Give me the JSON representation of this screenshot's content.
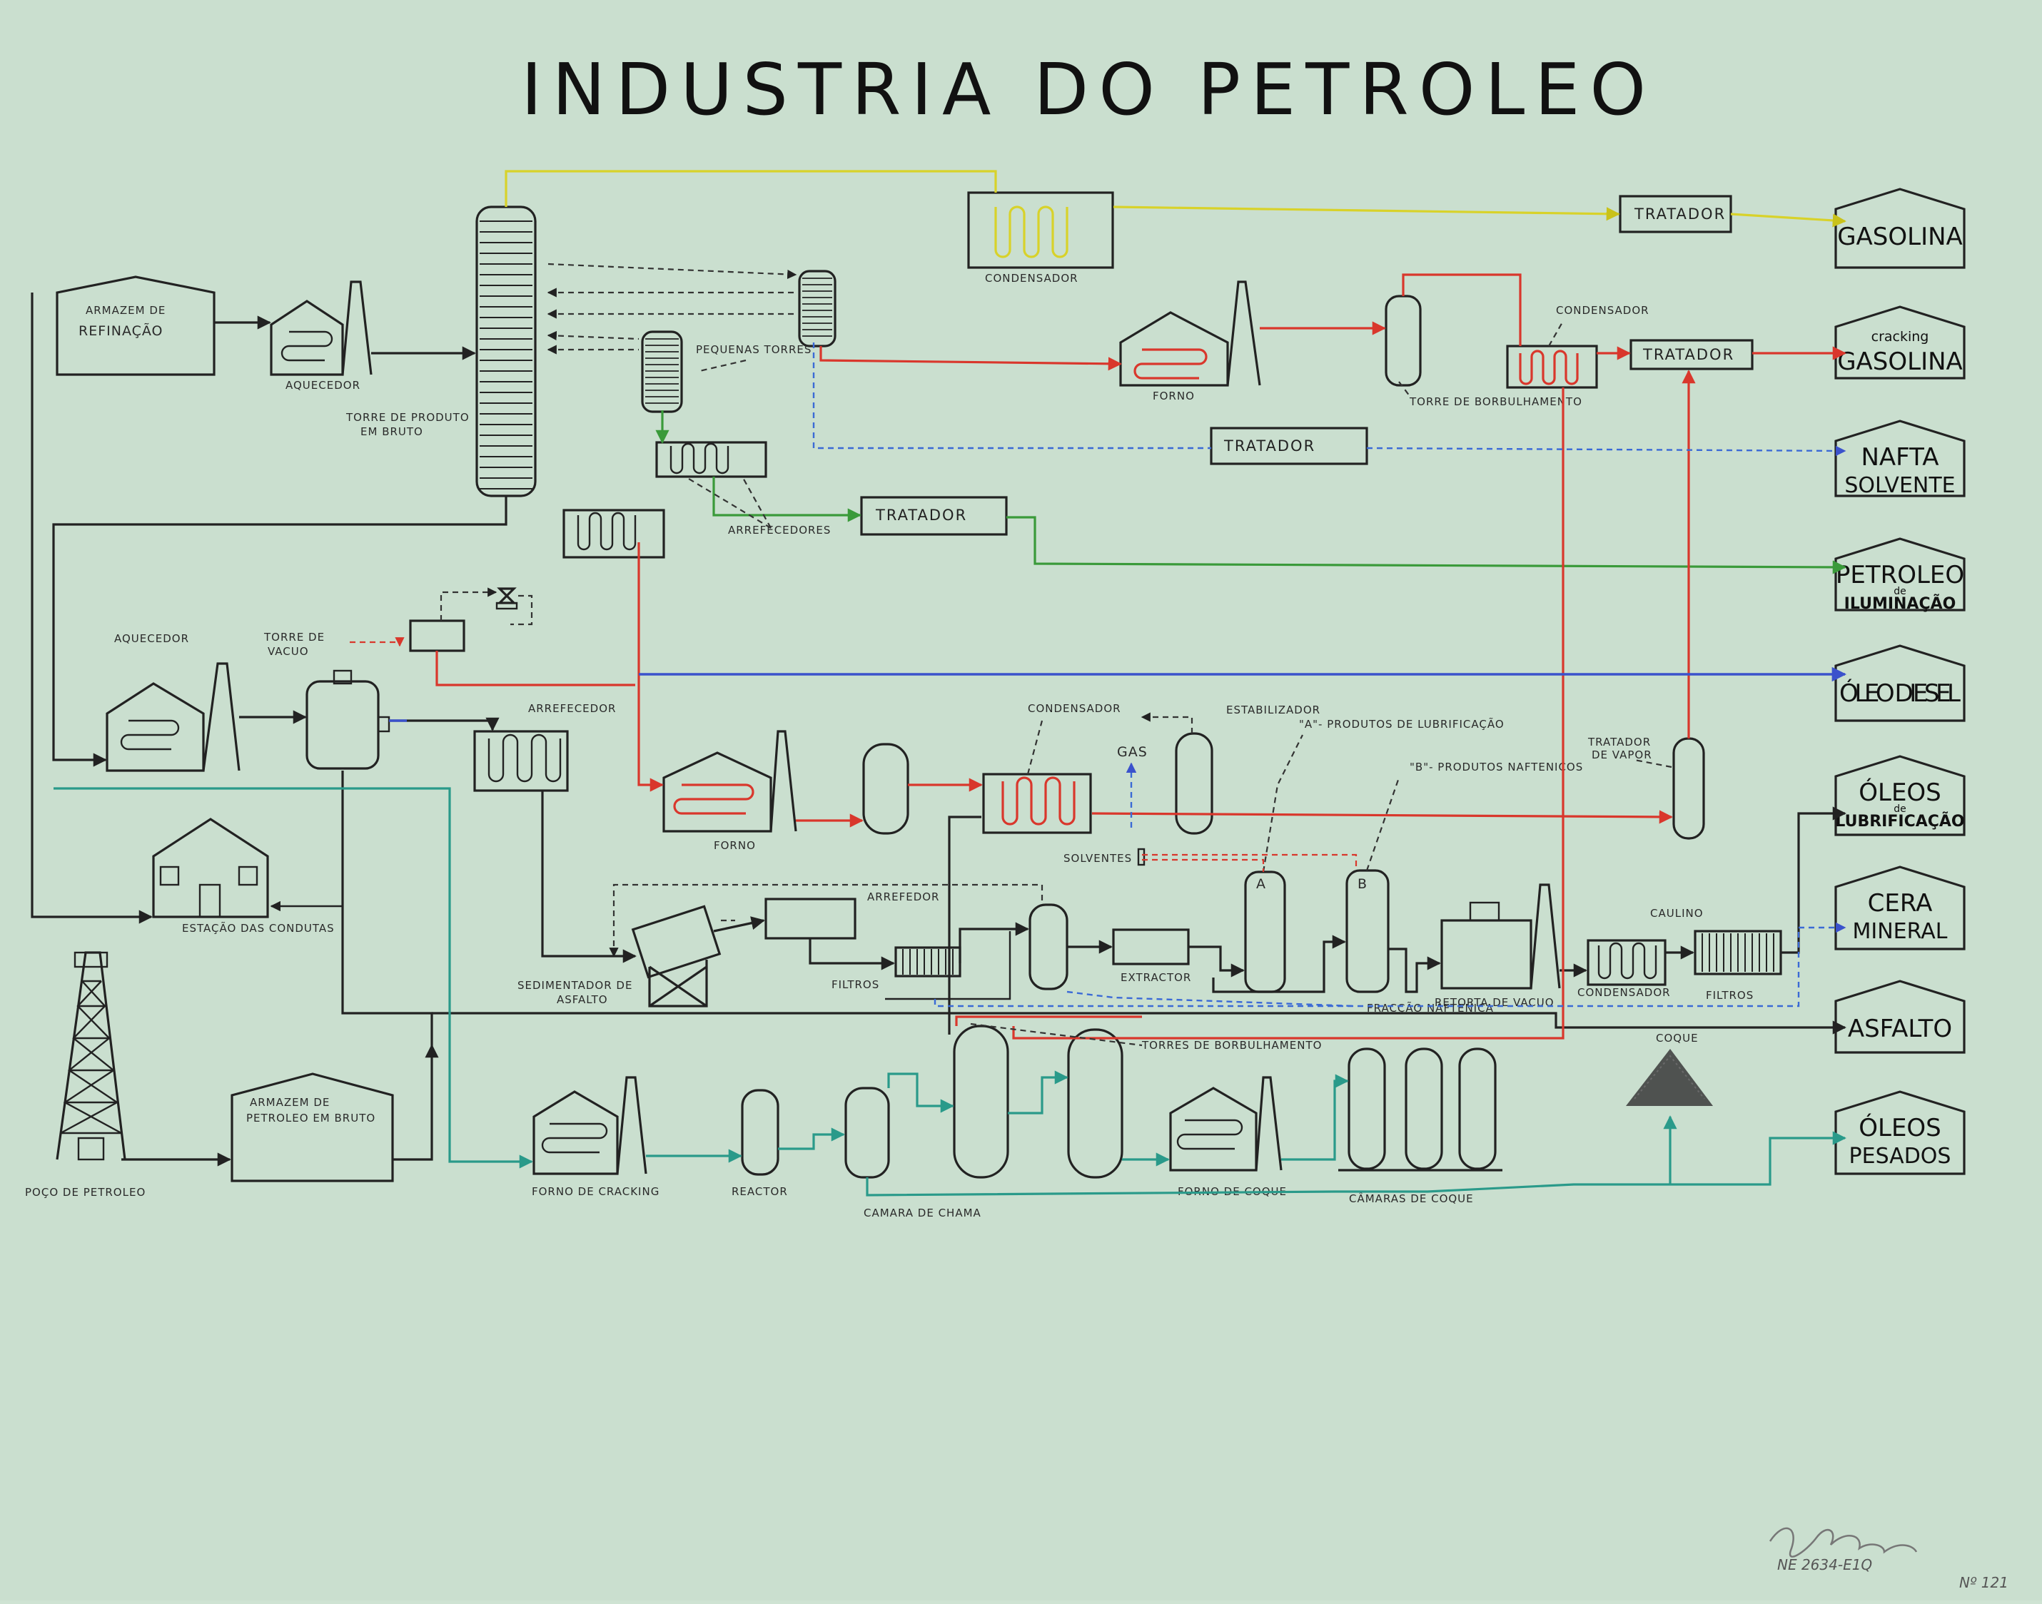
{
  "title": "INDUSTRIA DO PETROLEO",
  "labels": {
    "armazem_refinacao": [
      "ARMAZEM DE",
      "REFINAÇÃO"
    ],
    "aquecedor_top": "AQUECEDOR",
    "torre_produto_bruto": [
      "TORRE DE PRODUTO",
      "EM BRUTO"
    ],
    "pequenas_torres": "PEQUENAS TORRES",
    "condensador_top": "CONDENSADOR",
    "tratador_1": "TRATADOR",
    "forno_top": "FORNO",
    "torre_borbulhamento": "TORRE DE BORBULHAMENTO",
    "condensador_2": "CONDENSADOR",
    "tratador_2": "TRATADOR",
    "tratador_3": "TRATADOR",
    "tratador_4": "TRATADOR",
    "arrefecedores": "ARREFECEDORES",
    "aquecedor_mid": "AQUECEDOR",
    "torre_vacuo": [
      "TORRE DE",
      "VACUO"
    ],
    "arrefecedor_mid": "ARREFECEDOR",
    "condensador_3": "CONDENSADOR",
    "estabilizador": "ESTABILIZADOR",
    "produtos_lubrificacao": "\"A\"- PRODUTOS DE LUBRIFICAÇÃO",
    "produtos_naftenicos": "\"B\"- PRODUTOS NAFTENICOS",
    "gas": "GAS",
    "tratador_vapor": [
      "TRATADOR",
      "DE VAPOR"
    ],
    "forno_mid": "FORNO",
    "solventes": "SOLVENTES",
    "arrefedor": "ARREFEDOR",
    "estacao_condutas": "ESTAÇÃO DAS CONDUTAS",
    "sedimentador_asfalto": [
      "SEDIMENTADOR DE",
      "ASFALTO"
    ],
    "filtros_1": "FILTROS",
    "extractor": "EXTRACTOR",
    "tower_a": "A",
    "tower_b": "B",
    "retorta_vacuo": "RETORTA DE VACUO",
    "fraccao_naftenica": "FRACÇÃO NAFTENICA",
    "caulino": "CAULINO",
    "condensador_4": "CONDENSADOR",
    "filtros_2": "FILTROS",
    "torres_borbulhamento": "TORRES DE BORBULHAMENTO",
    "coque": "COQUE",
    "armazem_bruto": [
      "ARMAZEM DE",
      "PETROLEO EM BRUTO"
    ],
    "poco_petroleo": "POÇO DE PETROLEO",
    "forno_cracking": "FORNO DE CRACKING",
    "reactor": "REACTOR",
    "camara_chama": "CAMARA DE CHAMA",
    "forno_coque": "FORNO DE COQUE",
    "camaras_coque": "CÂMARAS DE COQUE"
  },
  "products": [
    {
      "lines": [
        "GASOLINA"
      ],
      "small": ""
    },
    {
      "lines": [
        "GASOLINA"
      ],
      "small": "cracking"
    },
    {
      "lines": [
        "NAFTA",
        "SOLVENTE"
      ],
      "small": ""
    },
    {
      "lines": [
        "PETROLEO",
        "ILUMINAÇÃO"
      ],
      "small": "de"
    },
    {
      "lines": [
        "ÓLEO DIESEL"
      ],
      "small": ""
    },
    {
      "lines": [
        "ÓLEOS",
        "LUBRIFICAÇÃO"
      ],
      "small": "de"
    },
    {
      "lines": [
        "CERA",
        "MINERAL"
      ],
      "small": ""
    },
    {
      "lines": [
        "ASFALTO"
      ],
      "small": ""
    },
    {
      "lines": [
        "ÓLEOS",
        "PESADOS"
      ],
      "small": ""
    }
  ],
  "signature": "BrioFerreira",
  "number": "Nº 121",
  "stamp": "NE 2634-E1Q",
  "colors": {
    "paper": "#cfe3d3",
    "ink": "#222222",
    "red_line": "#d9372c",
    "yellow_line": "#d8d22a",
    "green_line": "#3a9a3a",
    "blue_line": "#3b52cc",
    "teal_line": "#2a9a8a"
  }
}
